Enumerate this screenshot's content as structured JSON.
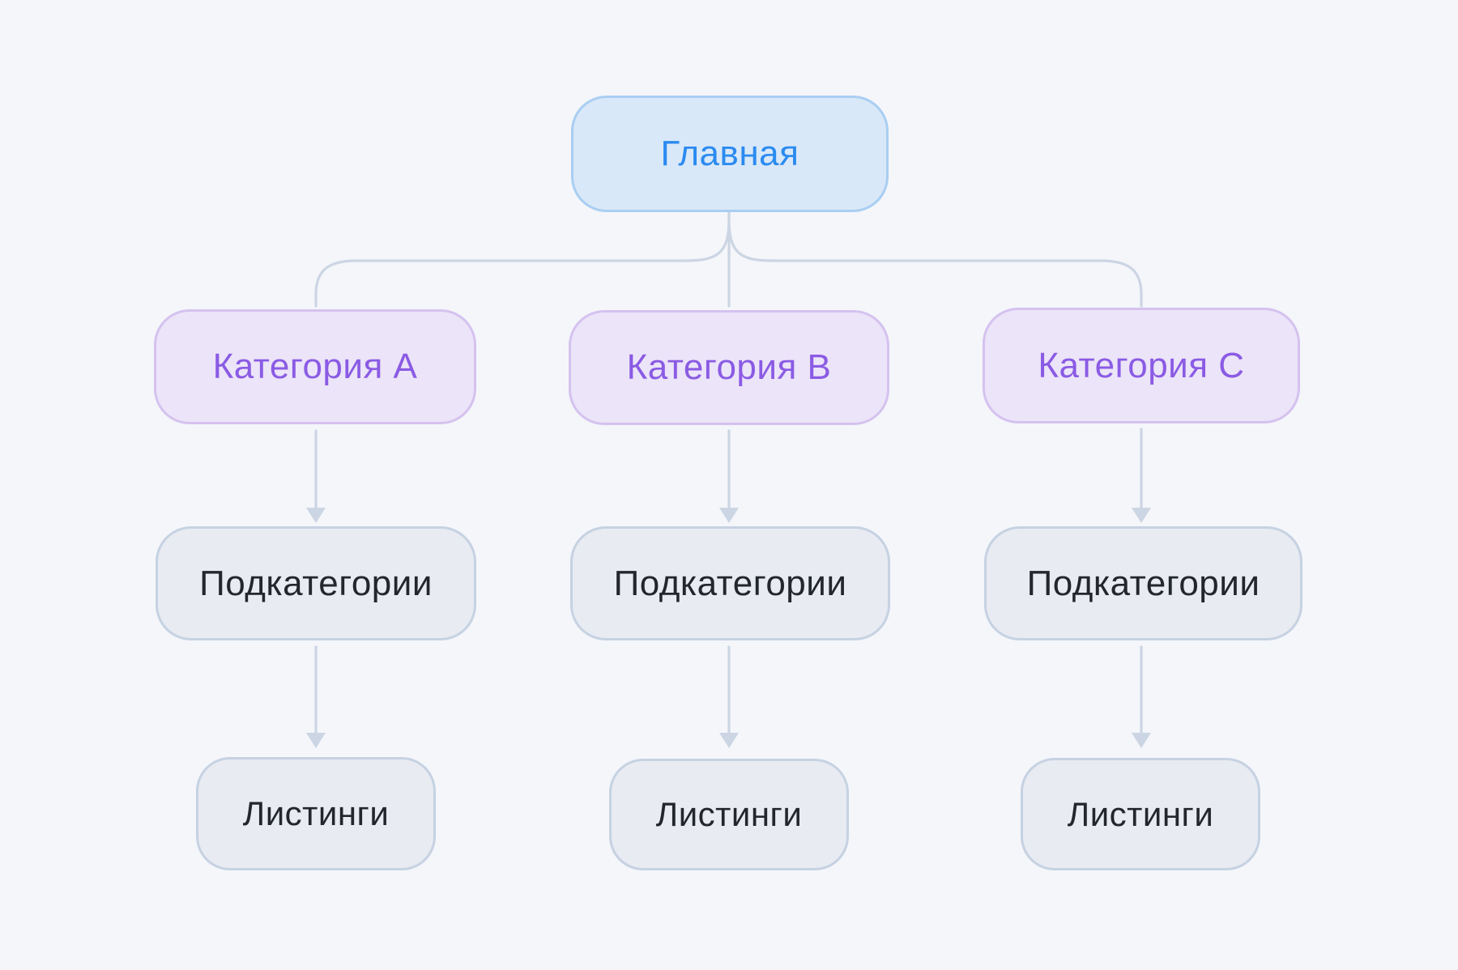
{
  "diagram": {
    "nodes": {
      "home": {
        "label": "Главная"
      },
      "category_a": {
        "label": "Категория A"
      },
      "category_b": {
        "label": "Категория B"
      },
      "category_c": {
        "label": "Категория C"
      },
      "subcategories_a": {
        "label": "Подкатегории"
      },
      "subcategories_b": {
        "label": "Подкатегории"
      },
      "subcategories_c": {
        "label": "Подкатегории"
      },
      "listings_a": {
        "label": "Листинги"
      },
      "listings_b": {
        "label": "Листинги"
      },
      "listings_c": {
        "label": "Листинги"
      }
    },
    "edges": [
      {
        "from": "home",
        "to": "category_a",
        "style": "curved-line"
      },
      {
        "from": "home",
        "to": "category_b",
        "style": "straight-line"
      },
      {
        "from": "home",
        "to": "category_c",
        "style": "curved-line"
      },
      {
        "from": "category_a",
        "to": "subcategories_a",
        "style": "arrow"
      },
      {
        "from": "category_b",
        "to": "subcategories_b",
        "style": "arrow"
      },
      {
        "from": "category_c",
        "to": "subcategories_c",
        "style": "arrow"
      },
      {
        "from": "subcategories_a",
        "to": "listings_a",
        "style": "arrow"
      },
      {
        "from": "subcategories_b",
        "to": "listings_b",
        "style": "arrow"
      },
      {
        "from": "subcategories_c",
        "to": "listings_c",
        "style": "arrow"
      }
    ]
  },
  "colors": {
    "background": "#f4f6fa",
    "connector": "#ccd5e3",
    "home-fill": "#d9e8f8",
    "home-border": "#a9cef2",
    "home-text": "#2b8bf0",
    "category-fill": "#ece4f8",
    "category-border": "#d5c2ef",
    "category-text": "#8a5be4",
    "node-fill": "#e8ebf2",
    "node-border": "#c6d2e2",
    "node-text": "#23262e"
  }
}
